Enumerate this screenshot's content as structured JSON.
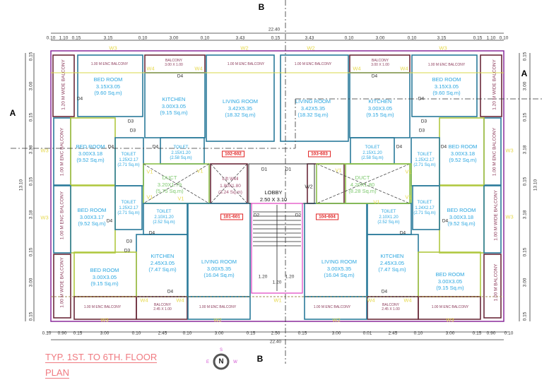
{
  "title": {
    "line1": "TYP. 1ST. TO 6TH. FLOOR",
    "line2": "PLAN"
  },
  "compass": {
    "north": "N",
    "south": "S",
    "east": "E",
    "west": "W"
  },
  "section_markers": {
    "a_left": "A",
    "a_right": "A",
    "b_top": "B",
    "b_bottom": "B"
  },
  "rooms": [
    {
      "name": "BED ROOM",
      "size": "3.15X3.05",
      "area": "(9.60 Sq.m)"
    },
    {
      "name": "KITCHEN",
      "size": "3.00X3.05",
      "area": "(9.15 Sq.m)"
    },
    {
      "name": "LIVING ROOM",
      "size": "3.42X5.35",
      "area": "(18.32 Sq.m)"
    },
    {
      "name": "BED ROOM",
      "size": "3.00X3.18",
      "area": "(9.52 Sq.m)"
    },
    {
      "name": "TOILET",
      "size": "1.25X2.17",
      "area": "(2.71 Sq.m)"
    },
    {
      "name": "TOILET",
      "size": "2.15X1.20",
      "area": "(2.58 Sq.m)"
    },
    {
      "name": "DUCT",
      "size": "3.20X1.79",
      "area": "(5.75 Sq.m)"
    },
    {
      "name": "Lift Well",
      "size": "1.80X1.80",
      "area": "(3.24 Sq.m)"
    },
    {
      "name": "LOBBY",
      "size": "2.50 X 3.10",
      "area": ""
    },
    {
      "name": "DUCT",
      "size": "4.20X1.80",
      "area": "(8.28 Sq.m)"
    },
    {
      "name": "LIVING ROOM",
      "size": "3.42X5.35",
      "area": "(18.32 Sq.m)"
    },
    {
      "name": "KITCHEN",
      "size": "3.00X3.05",
      "area": "(9.15 Sq.m)"
    },
    {
      "name": "BED ROOM",
      "size": "3.15X3.05",
      "area": "(9.60 Sq.m)"
    },
    {
      "name": "TOILET",
      "size": "2.15X1.20",
      "area": "(2.58 Sq.m)"
    },
    {
      "name": "TOILET",
      "size": "1.25X2.17",
      "area": "(2.71 Sq.m)"
    },
    {
      "name": "BED ROOM",
      "size": "3.00X3.18",
      "area": "(9.52 Sq.m)"
    },
    {
      "name": "BED ROOM",
      "size": "3.00X3.17",
      "area": "(9.52 Sq.m)"
    },
    {
      "name": "TOILET",
      "size": "1.25X2.17",
      "area": "(2.71 Sq.m)"
    },
    {
      "name": "TOILET",
      "size": "2.10X1.20",
      "area": "(2.52 Sq.m)"
    },
    {
      "name": "KITCHEN",
      "size": "2.45X3.05",
      "area": "(7.47 Sq.m)"
    },
    {
      "name": "BED ROOM",
      "size": "3.00X3.05",
      "area": "(9.15 Sq.m)"
    },
    {
      "name": "LIVING ROOM",
      "size": "3.00X5.35",
      "area": "(16.04 Sq.m)"
    },
    {
      "name": "LIVING ROOM",
      "size": "3.00X5.35",
      "area": "(16.04 Sq.m)"
    },
    {
      "name": "KITCHEN",
      "size": "2.45X3.05",
      "area": "(7.47 Sq.m)"
    },
    {
      "name": "TOILET",
      "size": "2.10X1.20",
      "area": "(2.52 Sq.m)"
    },
    {
      "name": "TOILET",
      "size": "1.24X2.17",
      "area": "(2.71 Sq.m)"
    },
    {
      "name": "BED ROOM",
      "size": "3.00X3.18",
      "area": "(9.52 Sq.m)"
    },
    {
      "name": "BED ROOM",
      "size": "3.00X3.05",
      "area": "(9.15 Sq.m)"
    }
  ],
  "balconies": [
    {
      "name": "1.00 M ENC BALCONY",
      "size": ""
    },
    {
      "name": "1.00 M ENC BALCONY",
      "size": ""
    },
    {
      "name": "1.00 M ENC BALCONY",
      "size": ""
    },
    {
      "name": "1.00 M ENC BALCONY",
      "size": ""
    },
    {
      "name": "1.00 M ENC BALCONY",
      "size": ""
    },
    {
      "name": "1.00 M ENC BALCONY",
      "size": ""
    },
    {
      "name": "1.00 M ENC BALCONY",
      "size": ""
    },
    {
      "name": "1.00 M ENC BALCONY",
      "size": ""
    },
    {
      "name": "BALCONY",
      "size": "3.00 X 1.00"
    },
    {
      "name": "BALCONY",
      "size": "3.00 X 1.00"
    },
    {
      "name": "BALCONY",
      "size": "2.45 X 1.00"
    },
    {
      "name": "BALCONY",
      "size": "2.45 X 1.00"
    }
  ],
  "vertical_balconies": [
    "1.20 M WIDE BALCONY",
    "1.20 M WIDE BALCONY",
    "1.00 M ENC BALCONY",
    "1.00 M ENC BALCONY",
    "1.00 M ENC BALCONY",
    "1.00 M WIDE BALCONY",
    "1.00 M WIDE BALCONY",
    "1.00 M BALCONY"
  ],
  "units": [
    "102-602",
    "103-603",
    "101-601",
    "104-604"
  ],
  "windows": [
    "W3",
    "W2",
    "W2",
    "W3",
    "W4",
    "W4",
    "W4",
    "W4",
    "W3",
    "W3",
    "W3",
    "W3",
    "W3",
    "W2",
    "W1",
    "W2",
    "W3",
    "W4",
    "W4",
    "W4",
    "W4",
    "V1",
    "V1",
    "V1",
    "V1",
    "V1",
    "V1",
    "V1",
    "V1",
    "W2"
  ],
  "doors": [
    "D4",
    "D4",
    "D3",
    "D3",
    "D4",
    "D4",
    "D1",
    "D1",
    "D2",
    "D2",
    "D4",
    "D3",
    "D3",
    "D4",
    "D4",
    "D4",
    "D4",
    "D3",
    "D3",
    "D4",
    "D4",
    "D4",
    "D4",
    "D4"
  ],
  "dimensions": {
    "total_width": "22.40",
    "total_depth": "13.10",
    "top": [
      "0.10",
      "1.10",
      "0.15",
      "3.15",
      "0.10",
      "3.00",
      "0.10",
      "3.43",
      "0.15",
      "3.43",
      "0.10",
      "3.00",
      "0.10",
      "3.15",
      "0.15",
      "1.10",
      "0.10"
    ],
    "bottom": [
      "0.10",
      "0.90",
      "0.15",
      "3.00",
      "0.10",
      "2.45",
      "0.10",
      "3.00",
      "0.15",
      "2.50",
      "0.15",
      "3.00",
      "0.01",
      "2.45",
      "0.10",
      "3.00",
      "0.15",
      "0.90",
      "0.10"
    ],
    "left": [
      "0.15",
      "3.00",
      "0.15",
      "3.18",
      "0.15",
      "3.18",
      "0.15",
      "3.00",
      "0.15"
    ],
    "right": [
      "0.15",
      "3.00",
      "0.15",
      "3.18",
      "0.15",
      "3.18",
      "0.15",
      "3.00",
      "0.15"
    ],
    "stair": [
      "1.20",
      "1.20",
      "1.20"
    ]
  },
  "colors": {
    "outer_wall": "#8a2a9a",
    "wall": "#2a7a9a",
    "room_text": "#2aa6e0",
    "window_text": "#e6d84a",
    "unit_badge": "#e02020",
    "title": "#f07a80",
    "duct": "#8cc04a",
    "stair": "#e040c0"
  }
}
